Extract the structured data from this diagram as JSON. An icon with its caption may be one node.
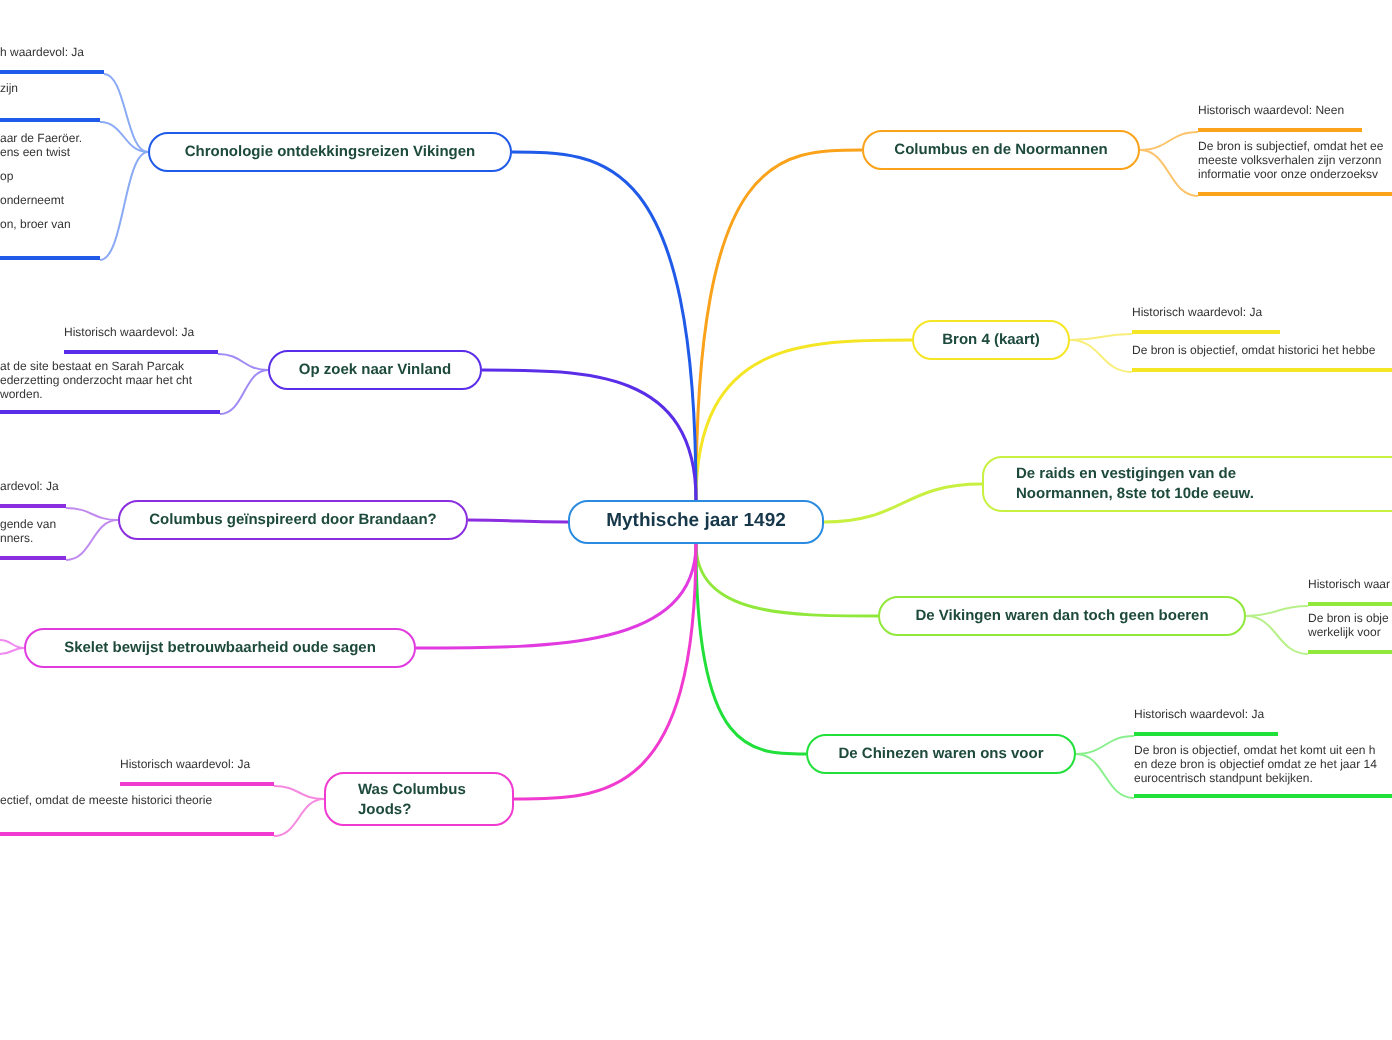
{
  "diagram": {
    "nodes": [
      {
        "text": [
          "Mythische jaar 1492"
        ]
      },
      {
        "text": [
          "Columbus en de Noormannen"
        ]
      },
      {
        "text": [
          "Historisch waardevol: Neen"
        ]
      },
      {
        "text": [
          "De bron is subjectief, omdat het ee meeste volksverhalen zijn verzonn informatie voor onze onderzoeksv"
        ]
      },
      {
        "text": [
          "Bron 4 (kaart)"
        ]
      },
      {
        "text": [
          "Historisch waardevol: Ja"
        ]
      },
      {
        "text": [
          "De bron is objectief, omdat historici het hebbe"
        ]
      },
      {
        "text": [
          "De raids en vestigingen van de Noormannen, 8ste tot 10de eeuw."
        ]
      },
      {
        "text": [
          "De Vikingen waren dan toch geen boeren"
        ]
      },
      {
        "text": [
          "Historisch waar"
        ]
      },
      {
        "text": [
          "De bron is obje werkelijk voor"
        ]
      },
      {
        "text": [
          "De Chinezen waren ons voor"
        ]
      },
      {
        "text": [
          "Historisch waardevol: Ja"
        ]
      },
      {
        "text": [
          "De bron is objectief, omdat het komt uit een h en deze bron is objectief omdat ze het jaar 14 eurocentrisch standpunt bekijken."
        ]
      },
      {
        "text": [
          "Chronologie ontdekkingsreizen Vikingen"
        ]
      },
      {
        "text": [
          "h waardevol: Ja"
        ]
      },
      {
        "text": [
          "zijn"
        ]
      },
      {
        "text": [
          "aar de Faeröer. ens een twist",
          "op",
          "onderneemt",
          "on, broer van"
        ]
      },
      {
        "text": [
          "Op zoek naar Vinland"
        ]
      },
      {
        "text": [
          "Historisch waardevol: Ja"
        ]
      },
      {
        "text": [
          "at de site bestaat en Sarah Parcak ederzetting onderzocht maar het cht worden."
        ]
      },
      {
        "text": [
          "Columbus geïnspireerd door Brandaan?"
        ]
      },
      {
        "text": [
          "ardevol: Ja"
        ]
      },
      {
        "text": [
          "gende van nners."
        ]
      },
      {
        "text": [
          "Skelet bewijst betrouwbaarheid oude sagen"
        ]
      },
      {
        "text": [
          "Was Columbus Joods?"
        ]
      },
      {
        "text": [
          "Historisch waardevol: Ja"
        ]
      },
      {
        "text": [
          "ectief, omdat de meeste historici theorie"
        ]
      }
    ],
    "edges": [
      {
        "from": 0,
        "to": 1,
        "arrow": "none",
        "color": "#f9a21a"
      },
      {
        "from": 1,
        "to": 2,
        "arrow": "none",
        "color": "#fbc36a"
      },
      {
        "from": 1,
        "to": 3,
        "arrow": "none",
        "color": "#fbc36a"
      },
      {
        "from": 0,
        "to": 4,
        "arrow": "none",
        "color": "#f5e625"
      },
      {
        "from": 4,
        "to": 5,
        "arrow": "none",
        "color": "#f8ee7a"
      },
      {
        "from": 4,
        "to": 6,
        "arrow": "none",
        "color": "#f8ee7a"
      },
      {
        "from": 0,
        "to": 7,
        "arrow": "none",
        "color": "#c8f040"
      },
      {
        "from": 0,
        "to": 8,
        "arrow": "none",
        "color": "#8fe83a"
      },
      {
        "from": 8,
        "to": 9,
        "arrow": "none",
        "color": "#b8f08a"
      },
      {
        "from": 8,
        "to": 10,
        "arrow": "none",
        "color": "#b8f08a"
      },
      {
        "from": 0,
        "to": 11,
        "arrow": "none",
        "color": "#22e03a"
      },
      {
        "from": 11,
        "to": 12,
        "arrow": "none",
        "color": "#8af08e"
      },
      {
        "from": 11,
        "to": 13,
        "arrow": "none",
        "color": "#8af08e"
      },
      {
        "from": 0,
        "to": 14,
        "arrow": "none",
        "color": "#1f5ae8"
      },
      {
        "from": 14,
        "to": 15,
        "arrow": "none",
        "color": "#8aaaf5"
      },
      {
        "from": 14,
        "to": 16,
        "arrow": "none",
        "color": "#8aaaf5"
      },
      {
        "from": 14,
        "to": 17,
        "arrow": "none",
        "color": "#8aaaf5"
      },
      {
        "from": 0,
        "to": 18,
        "arrow": "none",
        "color": "#5a2ee8"
      },
      {
        "from": 18,
        "to": 19,
        "arrow": "none",
        "color": "#a08af5"
      },
      {
        "from": 18,
        "to": 20,
        "arrow": "none",
        "color": "#a08af5"
      },
      {
        "from": 0,
        "to": 21,
        "arrow": "none",
        "color": "#8a2ee0"
      },
      {
        "from": 21,
        "to": 22,
        "arrow": "none",
        "color": "#c08af0"
      },
      {
        "from": 21,
        "to": 23,
        "arrow": "none",
        "color": "#c08af0"
      },
      {
        "from": 0,
        "to": 24,
        "arrow": "none",
        "color": "#e03ae0"
      },
      {
        "from": 24,
        "to": null,
        "arrow": "none",
        "color": "#f08af0"
      },
      {
        "from": 24,
        "to": null,
        "arrow": "none",
        "color": "#f08af0"
      },
      {
        "from": 0,
        "to": 25,
        "arrow": "none",
        "color": "#f03ad0"
      },
      {
        "from": 25,
        "to": 26,
        "arrow": "none",
        "color": "#f58ae0"
      },
      {
        "from": 25,
        "to": 27,
        "arrow": "none",
        "color": "#f58ae0"
      }
    ]
  }
}
